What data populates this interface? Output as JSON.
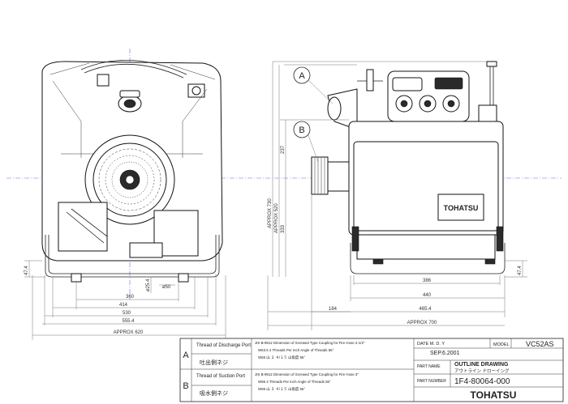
{
  "labels": {
    "callout_a": "A",
    "callout_b": "B"
  },
  "dimensions": {
    "front": {
      "d_360": "360",
      "d_414": "414",
      "d_530": "530",
      "d_5554": "555.4",
      "d_approx620": "APPROX 620",
      "d_phi254": "ø25.4",
      "d_phi50": "ø50",
      "d_474": "47.4"
    },
    "side": {
      "d_386": "386",
      "d_440": "440",
      "d_184": "184",
      "d_4654": "465.4",
      "d_approx700": "APPROX 700",
      "d_237": "237",
      "d_333": "333",
      "d_approx520": "APPROX 520",
      "d_approx730": "APPROX 730",
      "d_474": "47.4"
    }
  },
  "engine_plate": "TOHATSU",
  "title_block": {
    "row_a": {
      "letter": "A",
      "thread_title": "Thread of Discharge Port",
      "jp_label": "吐出側ネジ",
      "spec_en": "JIS B-9912 Dimension of Screwed Type Coupling for Fire Hose 2-1/2\"",
      "spec_line2": "W63.5 4 Threads Per Inch Angle of Threads 55°",
      "spec_line3": "W65 山 ２ ４/１５ 山角度 55°"
    },
    "row_b": {
      "letter": "B",
      "thread_title": "Thread of Suction Port",
      "jp_label": "吸水側ネジ",
      "spec_en": "JIS B-9912 Dimension of Screwed Type Coupling for Fire Hose 3\"",
      "spec_line2": "W95 4 Threads Per Inch Angle of Threads 55°",
      "spec_line3": "W95 山 ３ ４/１５ 山角度 55°"
    },
    "date_label": "DATE M. D. Y",
    "date_value": "SEP.6.2001",
    "model_label": "MODEL",
    "model_value": "VC52AS",
    "drawing_title": "OUTLINE DRAWING",
    "drawing_title_jp": "アウトライン ドローイング",
    "part_name_label": "PART NAME",
    "part_number_label": "PART NUMBER",
    "part_number": "1F4-80064-000",
    "brand": "TOHATSU"
  }
}
